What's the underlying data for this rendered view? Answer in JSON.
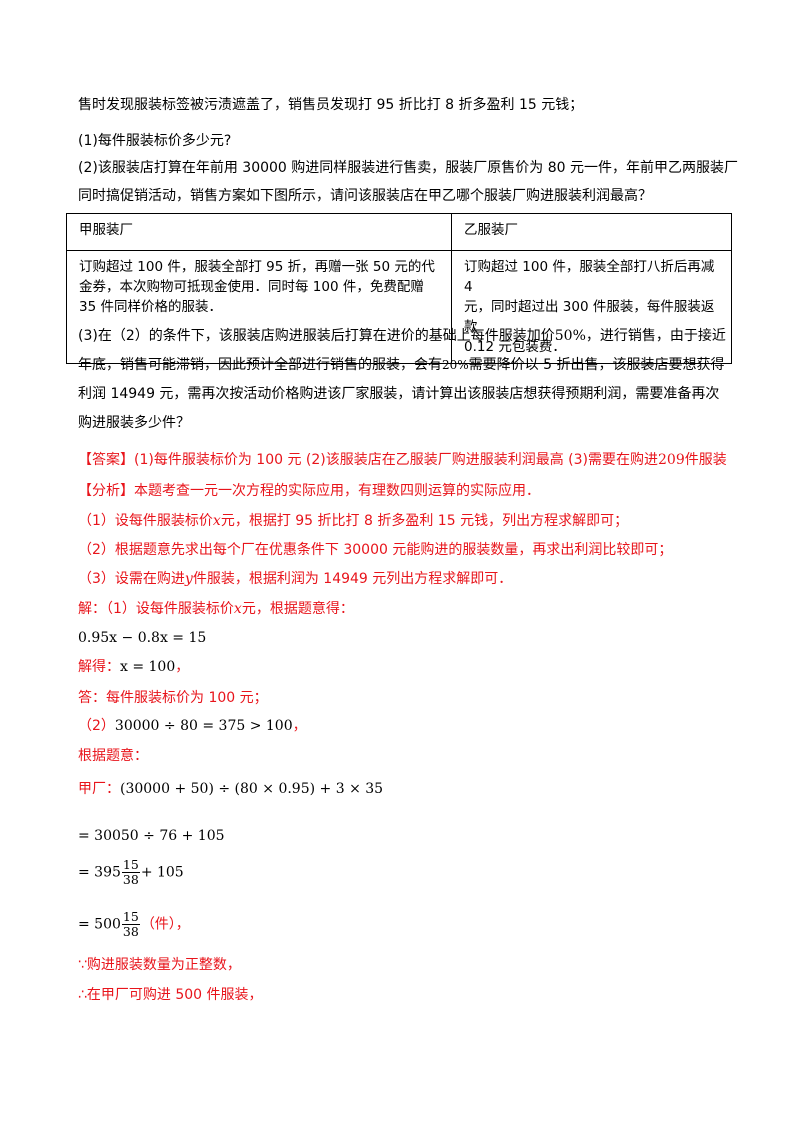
{
  "problem": {
    "line0": "售时发现服装标签被污渍遮盖了，销售员发现打 95 折比打 8 折多盈利 15 元钱；",
    "q1": "(1)每件服装标价多少元?",
    "q2_line1": "(2)该服装店打算在年前用 30000 购进同样服装进行售卖，服装厂原售价为 80 元一件，年前甲乙两服装厂",
    "q2_line2": "同时搞促销活动，销售方案如下图所示，请问该服装店在甲乙哪个服装厂购进服装利润最高？",
    "table": {
      "header_left": "甲服装厂",
      "header_right": "乙服装厂",
      "left_lines": [
        "订购超过 100 件，服装全部打 95 折，再赠一张 50 元的代",
        "金券，本次购物可抵现金使用．同时每 100 件，免费配赠",
        "35 件同样价格的服装．"
      ],
      "right_lines": [
        "订购超过 100 件，服装全部打八折后再减 4",
        "元，同时超过出 300 件服装，每件服装返款",
        "0.12 元包装费．"
      ]
    },
    "q3_line1_a": "(3)在（2）的条件下，该服装店购进服装后打算在进价的基础上每件服装加价",
    "q3_pct1": "50%",
    "q3_line1_b": "，进行销售，由于接近",
    "q3_line2_a": "年底，销售可能滞销，因此预计全部进行销售的服装，会有",
    "q3_pct2": "20%",
    "q3_line2_b": "需要降价以 5 折出售，该服装店要想获得",
    "q3_line3": "利润 14949 元，需再次按活动价格购进该厂家服装，请计算出该服装店想获得预期利润，需要准备再次",
    "q3_line4": "购进服装多少件？"
  },
  "answer": {
    "label": "【答案】",
    "text_a": "(1)每件服装标价为 100 元   (2)该服装店在乙服装厂购进服装利润最高  (3)需要在购进",
    "num": "209",
    "text_b": "件服装"
  },
  "analysis": {
    "label": "【分析】",
    "text": "本题考查一元一次方程的实际应用，有理数四则运算的实际应用．",
    "s1_a": "（1）设每件服装标价",
    "s1_var": "x",
    "s1_b": "元，根据打 95 折比打 8 折多盈利 15 元钱，列出方程求解即可；",
    "s2": "（2）根据题意先求出每个厂在优惠条件下 30000 元能购进的服装数量，再求出利润比较即可；",
    "s3_a": "（3）设需在购进",
    "s3_var": "y",
    "s3_b": "件服装，根据利润为 14949 元列出方程求解即可．"
  },
  "solution": {
    "intro_a": "解：（1）设每件服装标价",
    "intro_var": "x",
    "intro_b": "元，根据题意得：",
    "eq1": "0.95x − 0.8x = 15",
    "solve_label": "解得：",
    "eq2": "x = 100",
    "eq2_tail": "，",
    "ans1": "答：每件服装标价为 100 元；",
    "p2_label": "（2）",
    "eq3": "30000 ÷ 80 = 375 > 100",
    "eq3_tail": "，",
    "by_meaning": "根据题意：",
    "jia_label": "甲厂：",
    "eq4": "(30000 + 50) ÷ (80 × 0.95) + 3 × 35",
    "eq5": "= 30050 ÷ 76 + 105",
    "eq6_a": "= 395",
    "eq6_num": "15",
    "eq6_den": "38",
    "eq6_b": "+ 105",
    "eq7_a": "= 500",
    "eq7_num": "15",
    "eq7_den": "38",
    "eq7_unit": "（件），",
    "because": "∵购进服装数量为正整数，",
    "therefore": "∴在甲厂可购进 500 件服装，"
  }
}
